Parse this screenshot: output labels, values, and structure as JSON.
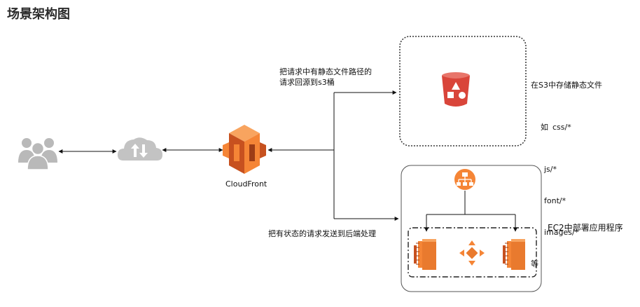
{
  "title": "场景架构图",
  "cloudfront_label": "CloudFront",
  "arrow_labels": {
    "static": "把请求中有静态文件路径的\n请求回源到s3桶",
    "dynamic": "把有状态的请求发送到后端处理"
  },
  "s3_note": {
    "heading": "在S3中存储静态文件",
    "prefix": "如",
    "items": [
      "css/*",
      "js/*",
      "font/*",
      "images/*"
    ],
    "suffix": "等"
  },
  "ec2_label": "EC2中部署应用程序",
  "colors": {
    "aws_orange": "#F58536",
    "aws_orange_dark": "#C7511F",
    "s3_red": "#D9453A",
    "user_grey": "#B9B9B9"
  },
  "icons": [
    "users-icon",
    "internet-cloud-icon",
    "cloudfront-icon",
    "s3-bucket-icon",
    "elb-icon",
    "ec2-instance-icon",
    "autoscaling-icon"
  ]
}
